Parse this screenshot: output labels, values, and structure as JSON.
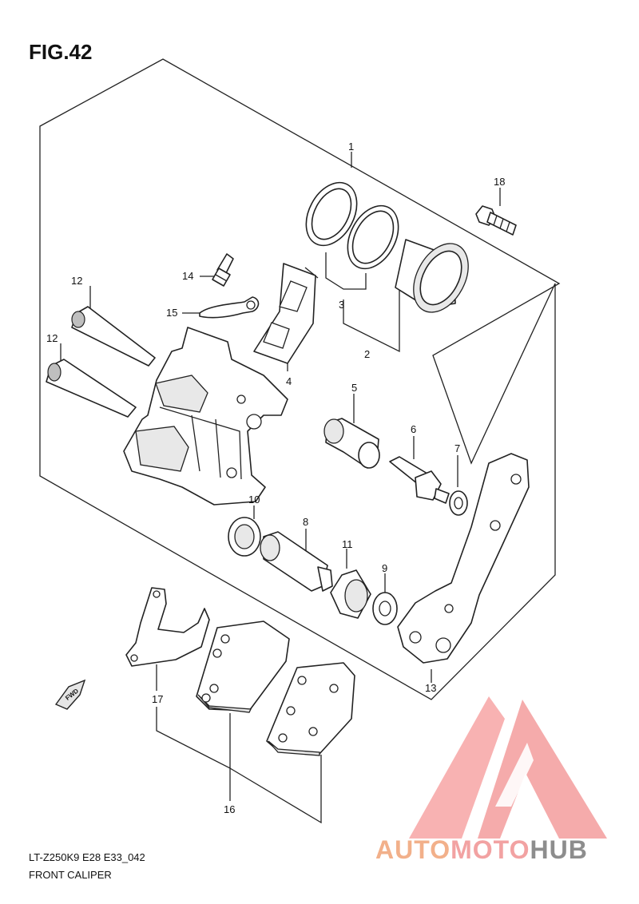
{
  "figure": {
    "title": "FIG.42"
  },
  "footer": {
    "model_code": "LT-Z250K9 E28 E33_042",
    "assembly_name": "FRONT CALIPER"
  },
  "fwd_label": "FWD",
  "brand": {
    "part1": "AUTO",
    "part2": "MOTO",
    "part3": "HUB"
  },
  "callouts": [
    "1",
    "2",
    "3",
    "4",
    "5",
    "6",
    "7",
    "8",
    "9",
    "10",
    "11",
    "12",
    "12",
    "13",
    "14",
    "15",
    "16",
    "17",
    "18"
  ],
  "colors": {
    "line": "#222222",
    "logo_red": "#f28c8c",
    "logo_orange": "#f2b08a",
    "logo_gray": "#8d8d8d"
  }
}
